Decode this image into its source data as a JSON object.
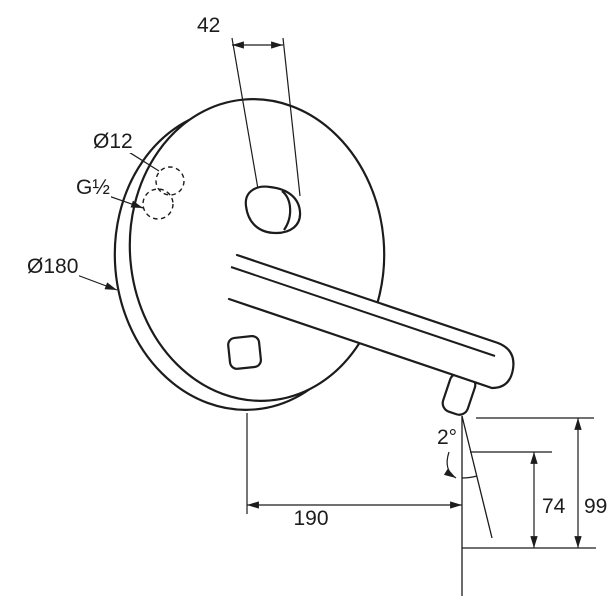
{
  "diagram": {
    "colors": {
      "line": "#1c1c1c",
      "background": "#ffffff"
    },
    "labels": {
      "handle_depth": "42",
      "hole_diameter": "Ø12",
      "thread_size": "G½",
      "plate_diameter": "Ø180",
      "spout_angle": "2°",
      "spout_reach": "190",
      "outlet_height": "74",
      "overall_height": "99"
    }
  }
}
